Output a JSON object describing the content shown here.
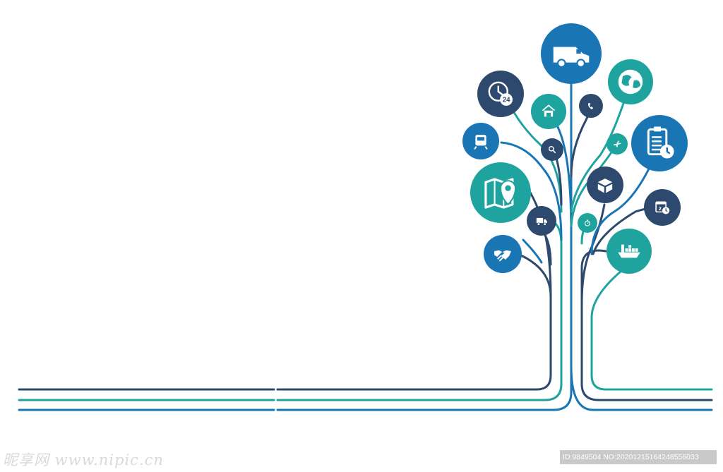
{
  "colors": {
    "navy": "#2d4a6e",
    "blue": "#1a75b5",
    "teal": "#1fa39f",
    "mid_blue": "#1e6fa8",
    "white": "#ffffff"
  },
  "nodes": [
    {
      "icon": "delivery-van-icon",
      "color": "blue"
    },
    {
      "icon": "globe-icon",
      "color": "teal"
    },
    {
      "icon": "clock-24-hours-icon",
      "color": "navy"
    },
    {
      "icon": "warehouse-icon",
      "color": "teal"
    },
    {
      "icon": "phone-icon",
      "color": "navy"
    },
    {
      "icon": "clipboard-clock-icon",
      "color": "blue"
    },
    {
      "icon": "train-icon",
      "color": "blue"
    },
    {
      "icon": "magnifier-icon",
      "color": "navy"
    },
    {
      "icon": "airplane-icon",
      "color": "teal"
    },
    {
      "icon": "map-pin-icon",
      "color": "teal"
    },
    {
      "icon": "package-box-icon",
      "color": "navy"
    },
    {
      "icon": "calendar-clock-icon",
      "color": "navy"
    },
    {
      "icon": "truck-icon",
      "color": "navy"
    },
    {
      "icon": "stopwatch-icon",
      "color": "teal"
    },
    {
      "icon": "cargo-ship-icon",
      "color": "teal"
    },
    {
      "icon": "handshake-icon",
      "color": "blue"
    }
  ],
  "labels": {
    "clock_number": "24",
    "calendar_number": "2"
  },
  "watermark": {
    "left": "昵享网 www.nipic.cn",
    "right": "ID:9849504 NO:20201215164248556033"
  }
}
